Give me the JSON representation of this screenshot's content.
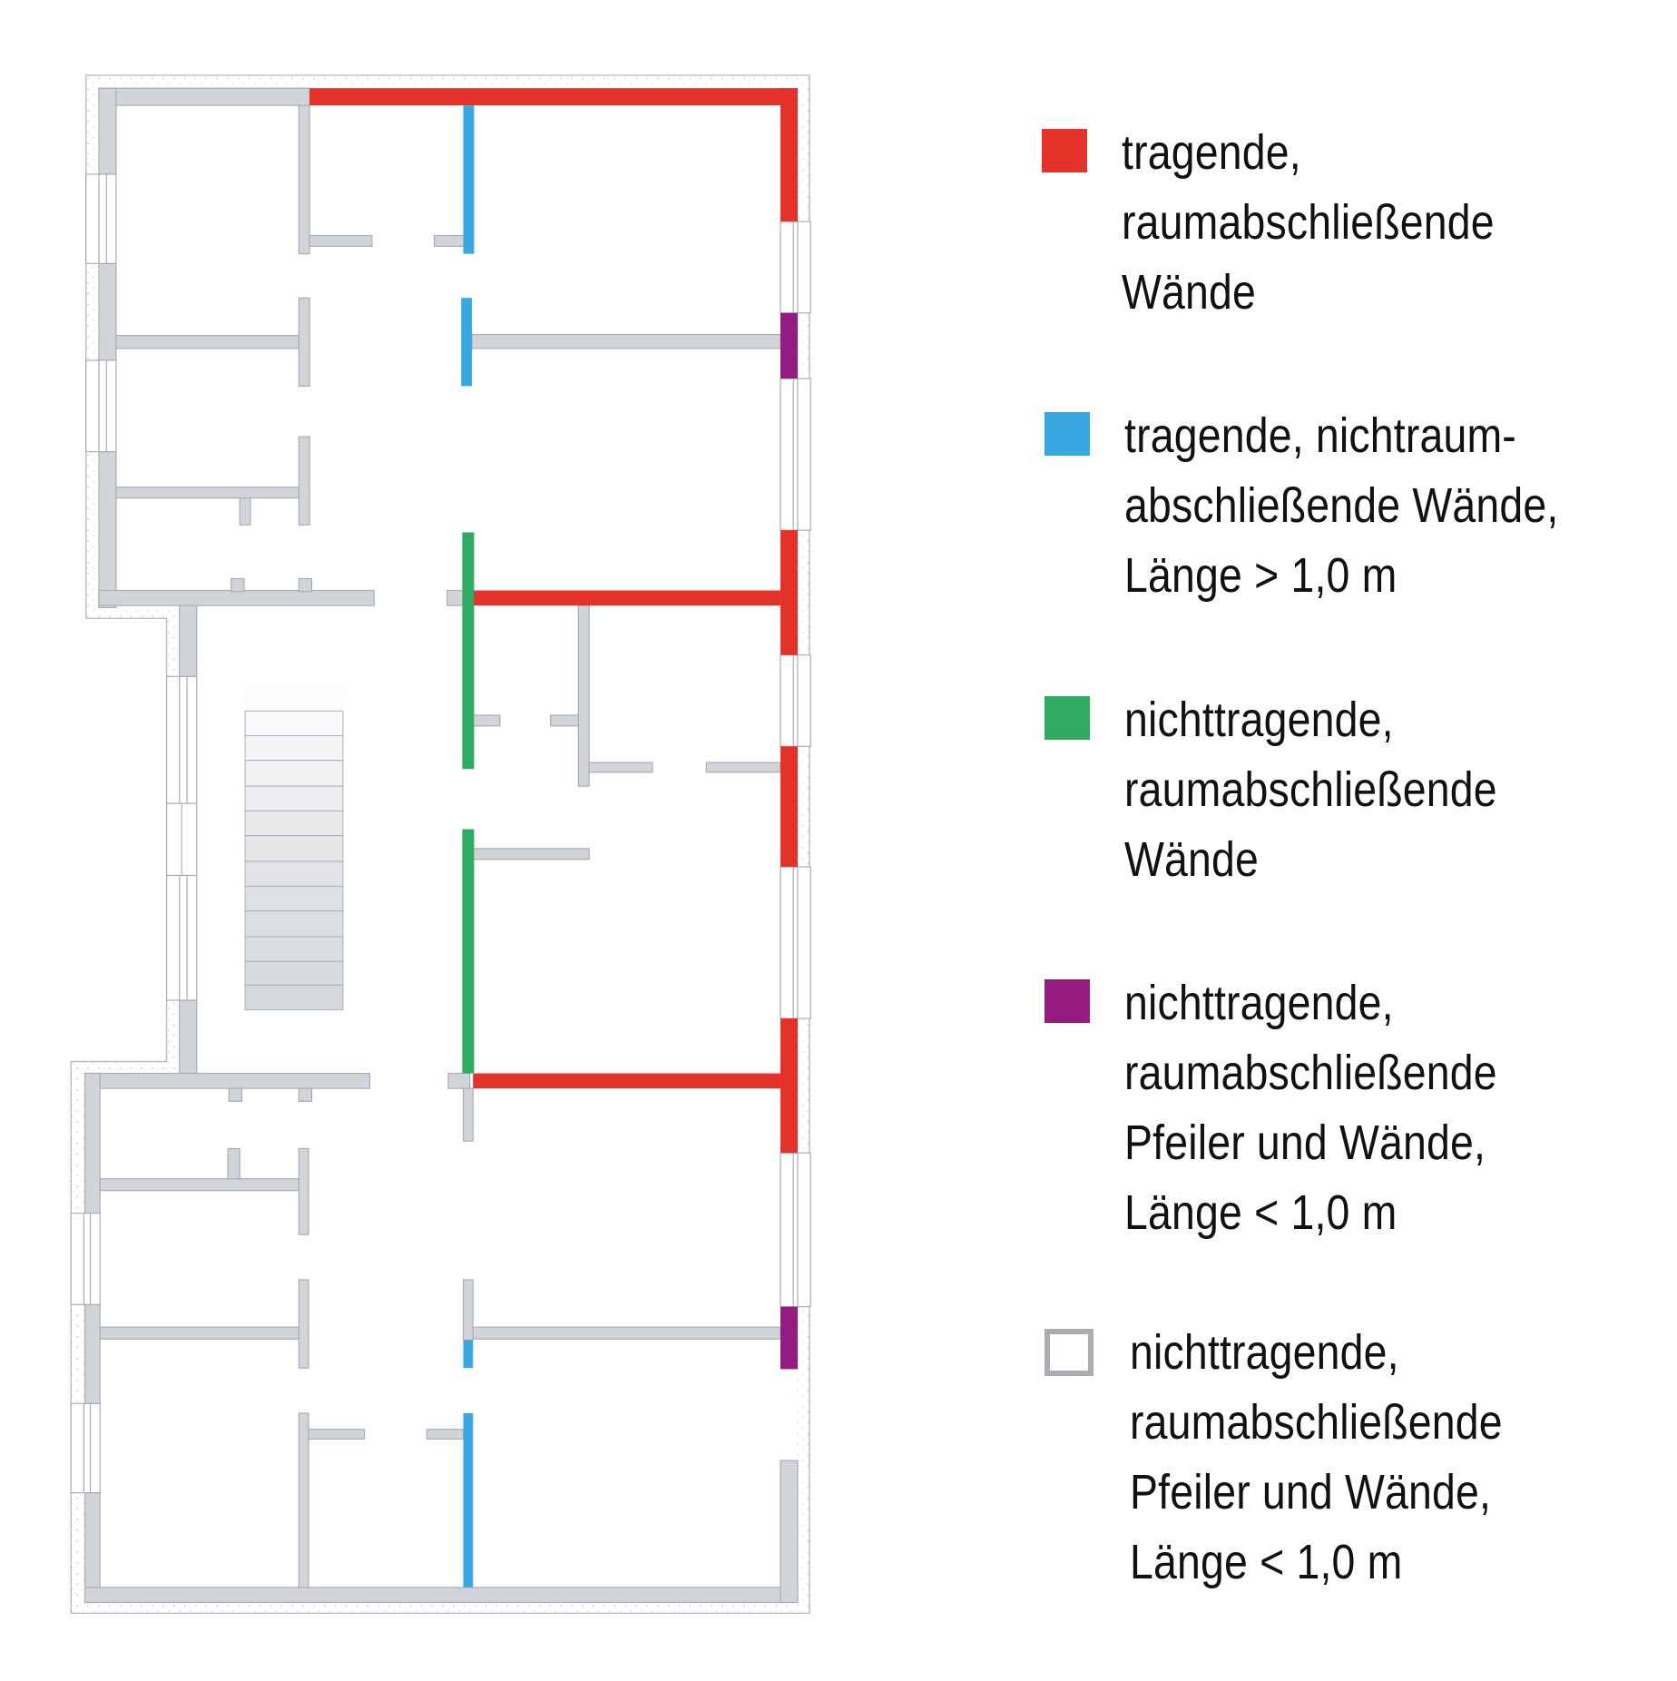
{
  "legend": {
    "items": [
      {
        "key": "tragend-raumabschliessend",
        "color": "#e4322b",
        "style": "filled",
        "lines": [
          "tragende,",
          "raumabschließende",
          "Wände"
        ]
      },
      {
        "key": "tragend-nichtraumabschliessend",
        "color": "#3aa8e0",
        "style": "filled",
        "lines": [
          "tragende, nichtraum-",
          "abschließende Wände,",
          "Länge > 1,0 m"
        ]
      },
      {
        "key": "nichttragend-raumabschliessend",
        "color": "#2eaa62",
        "style": "filled",
        "lines": [
          "nichttragende,",
          "raumabschließende",
          "Wände"
        ]
      },
      {
        "key": "nichttragend-pfeiler-farbig",
        "color": "#951b81",
        "style": "filled",
        "lines": [
          "nichttragende,",
          "raumabschließende",
          "Pfeiler und Wände,",
          "Länge < 1,0 m"
        ]
      },
      {
        "key": "nichttragend-pfeiler-grau",
        "color": "#a9adb1",
        "style": "outline",
        "lines": [
          "nichttragende,",
          "raumabschließende",
          "Pfeiler und Wände,",
          "Länge < 1,0 m"
        ]
      }
    ]
  },
  "plan": {
    "wall_colors": {
      "grey_fill": "#d1d5d9",
      "grey_stroke": "#a8adb2",
      "red": "#e4322b",
      "blue": "#3aa8e0",
      "green": "#2eaa62",
      "purple": "#951b81"
    },
    "stair_steps": 13
  }
}
